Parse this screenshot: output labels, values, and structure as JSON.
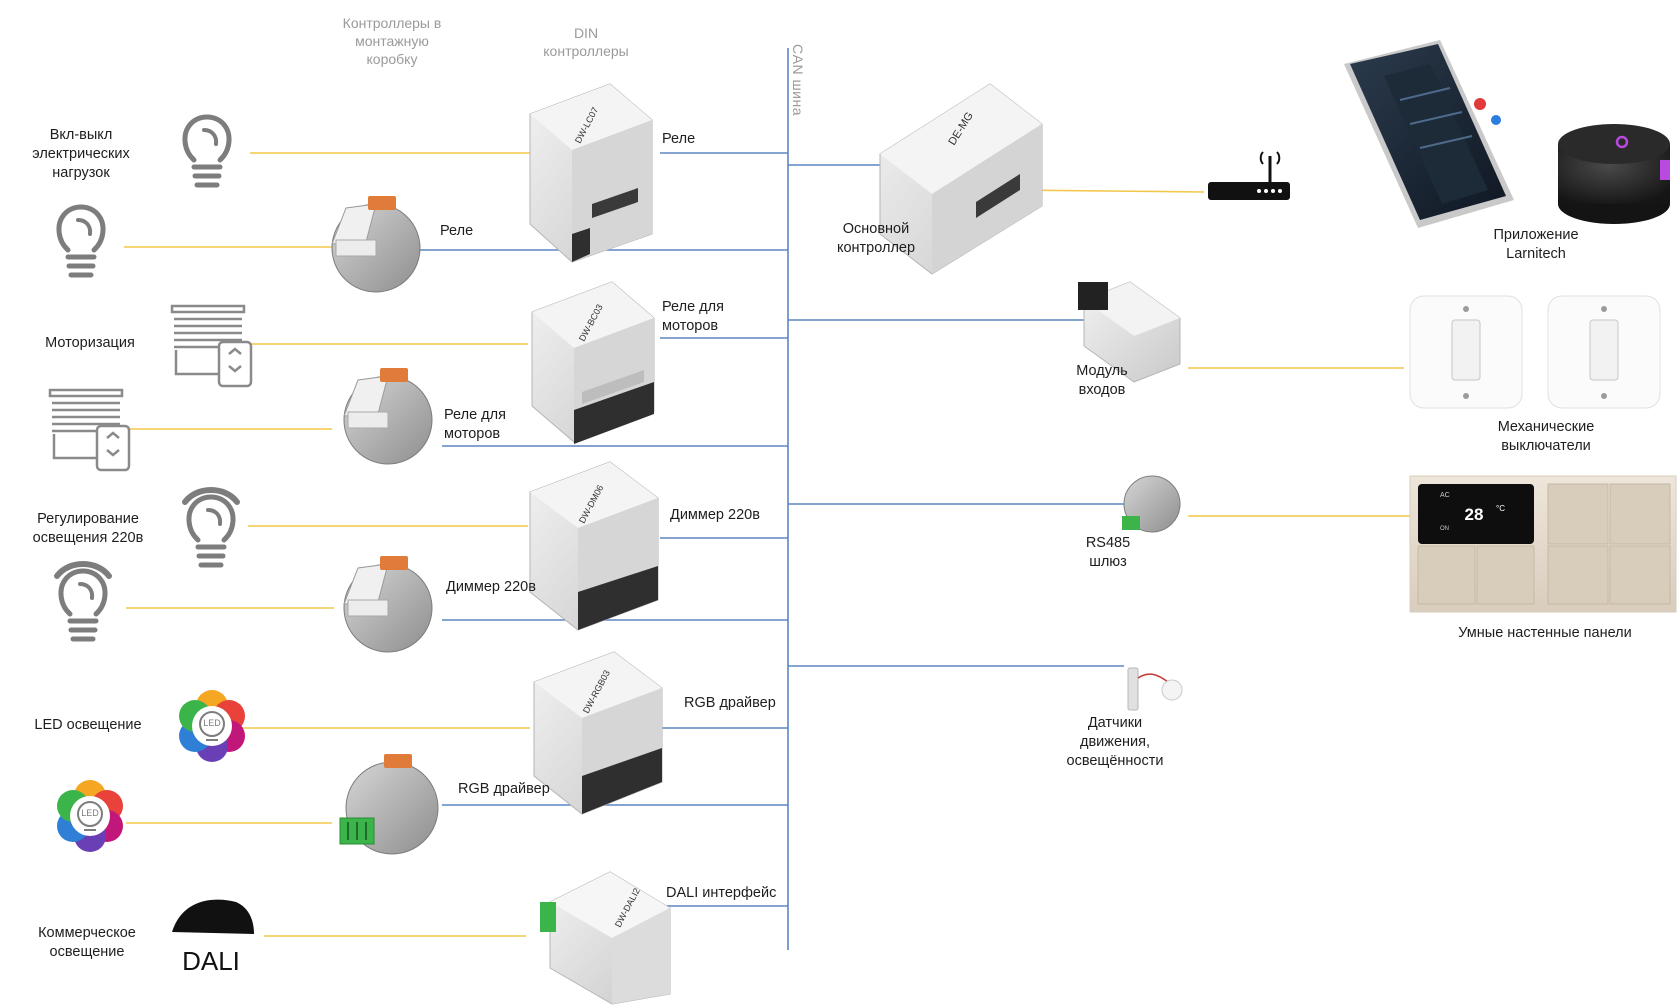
{
  "headers": {
    "box_controllers": "Контроллеры в\nмонтажную\nкоробку",
    "din_controllers": "DIN\nконтроллеры",
    "can_bus": "CAN шина"
  },
  "categories": {
    "on_off": "Вкл-выкл\nэлектрических\nнагрузок",
    "motor": "Моторизация",
    "dimming": "Регулирование\nосвещения 220в",
    "led": "LED освещение",
    "commercial": "Коммерческое\nосвещение"
  },
  "devices": {
    "relay_din": "Реле",
    "relay_box": "Реле",
    "motor_din": "Реле для\nмоторов",
    "motor_box": "Реле для\nмоторов",
    "dimmer_din": "Диммер 220в",
    "dimmer_box": "Диммер 220в",
    "rgb_din": "RGB драйвер",
    "rgb_box": "RGB драйвер",
    "dali_din": "DALI интерфейс"
  },
  "right": {
    "main_controller": "Основной\nконтроллер",
    "app": "Приложение\nLarnitech",
    "input_module": "Модуль\nвходов",
    "switches": "Механические\nвыключатели",
    "rs485": "RS485\nшлюз",
    "panels": "Умные настенные панели",
    "sensors": "Датчики\nдвижения,\nосвещённости"
  },
  "markings": {
    "din_relay": "DW-LC07",
    "din_motor": "DW-BC03",
    "din_dimmer": "DW-DM06",
    "din_rgb": "DW-RGB03",
    "din_dali": "DW-DALI2",
    "main": "DE-MG",
    "dali_logo": "DALI",
    "led_badge": "LED",
    "panel_temp": "28",
    "panel_unit": "°C",
    "panel_mode": "AC",
    "panel_on": "ON"
  },
  "colors": {
    "yellow_line": "#f3c74a",
    "blue_line": "#5b87c4",
    "device_body": "#e2e2e2",
    "device_dark": "#2f2f2f"
  }
}
